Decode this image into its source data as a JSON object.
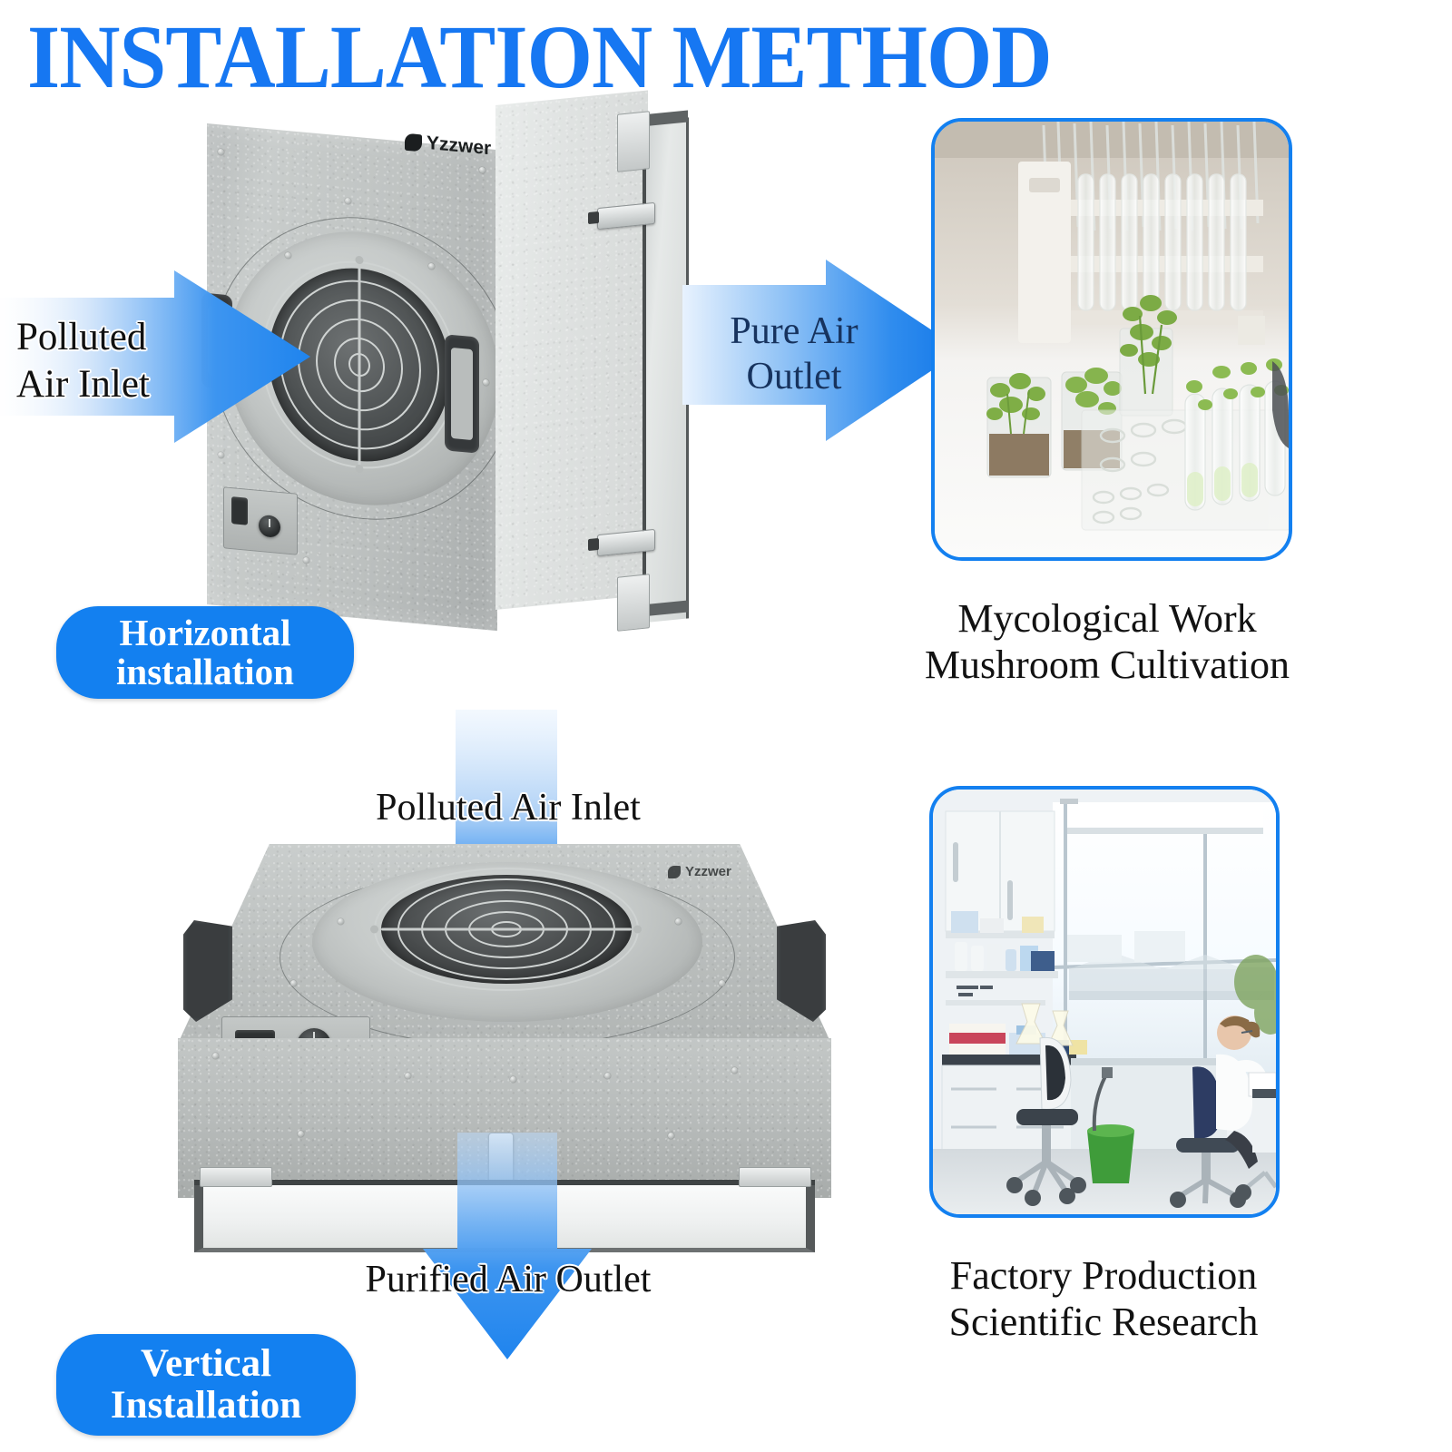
{
  "title": "INSTALLATION METHOD",
  "brand": {
    "name": "Yzzwer",
    "logo_icon": "leaf-shield-icon"
  },
  "colors": {
    "title_blue": "#1677f2",
    "badge_blue": "#1380f0",
    "arrow_blue": "#1f84ee",
    "arrow_blue_light": "#cfe4fb",
    "caption_black": "#121212",
    "photo_border": "#1380f0"
  },
  "top_section": {
    "inlet_label": "Polluted\nAir Inlet",
    "outlet_label": "Pure Air\nOutlet",
    "badge": "Horizontal\ninstallation",
    "photo_caption": "Mycological Work\nMushroom Cultivation",
    "photo_alt": "lab-bench-test-tube-racks-with-plant-cultures"
  },
  "bottom_section": {
    "inlet_label": "Polluted Air Inlet",
    "outlet_label": "Purified Air Outlet",
    "badge": "Vertical\nInstallation",
    "photo_caption": "Factory Production\nScientific Research",
    "photo_alt": "laboratory-room-with-researcher-at-desk"
  }
}
